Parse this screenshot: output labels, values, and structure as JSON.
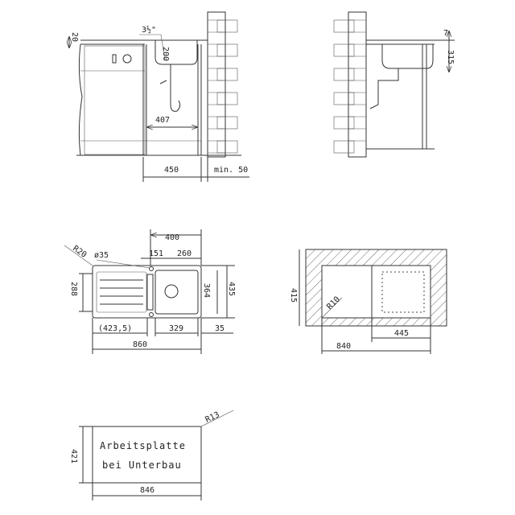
{
  "side_view_left": {
    "countertop_thickness": "20",
    "drain_size": "3½\"",
    "bowl_depth": "200",
    "inner_width": "407",
    "cabinet_width": "450",
    "wall_gap": "min. 50"
  },
  "side_view_right": {
    "rim_height": "7",
    "bowl_depth": "315"
  },
  "top_view": {
    "width_bowl_area": "400",
    "offset_tap": "151",
    "bowl_width": "260",
    "corner_radius": "R20",
    "tap_hole": "ø35",
    "drainer_depth": "288",
    "bowl_depth": "364",
    "total_depth": "435",
    "drainer_width": "(423,5)",
    "bowl_inner_width": "329",
    "edge": "35",
    "total_width": "860"
  },
  "cutout_view": {
    "depth": "415",
    "corner_radius": "R10",
    "bowl_cutout_width": "445",
    "width": "840"
  },
  "undermount_cutout": {
    "label_line1": "Arbeitsplatte",
    "label_line2": "bei Unterbau",
    "depth": "421",
    "corner_radius": "R13",
    "width": "846"
  }
}
